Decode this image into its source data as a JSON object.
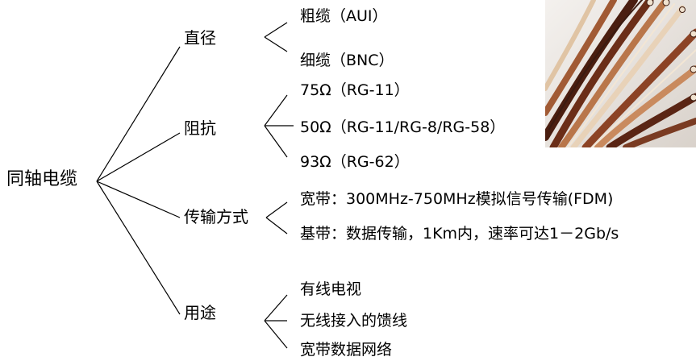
{
  "root": "同轴电缆",
  "branches": [
    {
      "label": "直径",
      "leaves": [
        "粗缆（AUI）",
        "细缆（BNC）"
      ]
    },
    {
      "label": "阻抗",
      "leaves": [
        "75Ω（RG-11）",
        "50Ω（RG-11/RG-8/RG-58）",
        "93Ω（RG-62）"
      ]
    },
    {
      "label": "传输方式",
      "leaves": [
        "宽带：300MHz-750MHz模拟信号传输(FDM)",
        "基带：数据传输，1Km内，速率可达1－2Gb/s"
      ]
    },
    {
      "label": "用途",
      "leaves": [
        "有线电视",
        "无线接入的馈线",
        "宽带数据网络"
      ]
    }
  ],
  "photo": {
    "subject": "coaxial-cable-bundle",
    "colors": [
      "#7a3b22",
      "#c98a5e",
      "#e8d2b8",
      "#3a1a10"
    ]
  }
}
